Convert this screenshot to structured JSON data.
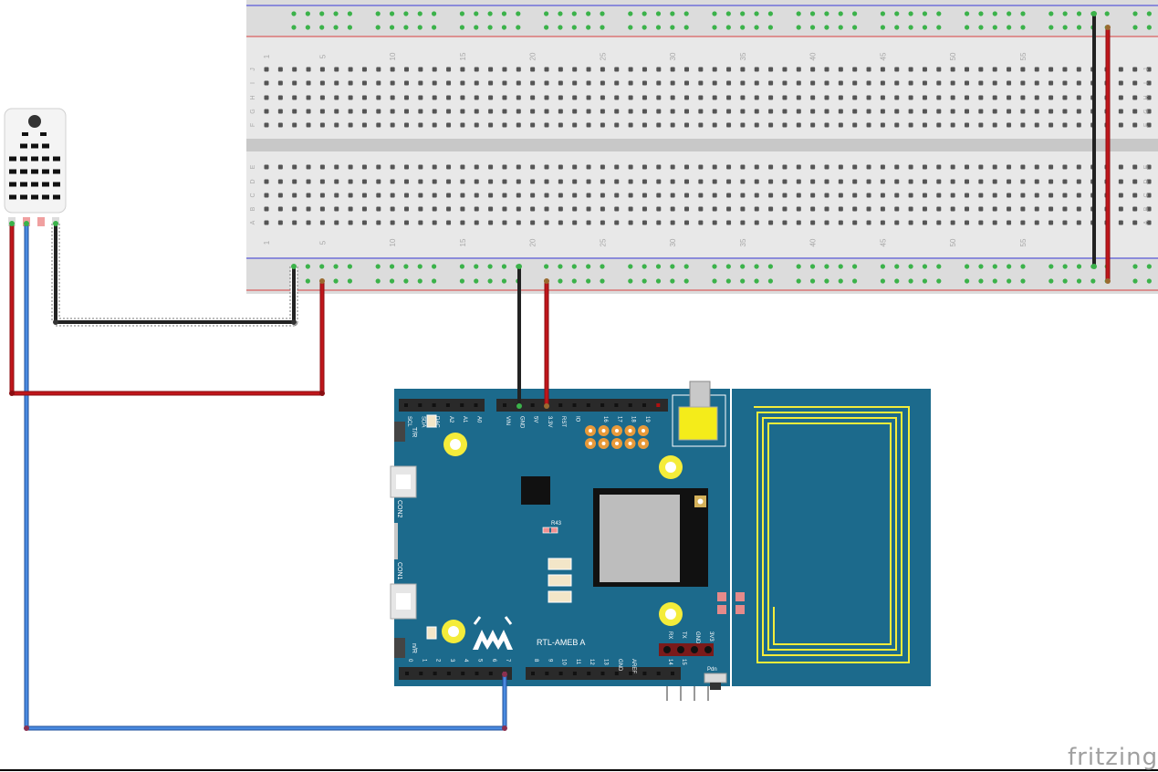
{
  "breadboard": {
    "column_numbers": [
      "1",
      "5",
      "10",
      "15",
      "20",
      "25",
      "30",
      "35",
      "40",
      "45",
      "50",
      "55"
    ],
    "top_rows": [
      "J",
      "I",
      "H",
      "G",
      "F"
    ],
    "bottom_rows": [
      "E",
      "D",
      "C",
      "B",
      "A"
    ]
  },
  "board": {
    "name": "RTL-AMEB A",
    "top_header_labels": [
      "SCL",
      "SDA",
      "DAC",
      "A2",
      "A1",
      "A0",
      "VIN",
      "GND",
      "5V",
      "3.3V",
      "RST",
      "IO",
      "",
      "16",
      "17",
      "18",
      "19"
    ],
    "bottom_header_labels": [
      "0",
      "1",
      "2",
      "3",
      "4",
      "5",
      "6",
      "7",
      "8",
      "9",
      "10",
      "11",
      "12",
      "13",
      "GND",
      "AREF"
    ],
    "uart_labels": [
      "RX",
      "TX",
      "GND",
      "3V3"
    ],
    "uart_numbers": [
      "14",
      "15"
    ],
    "left_labels": [
      "T/R",
      "CON2",
      "CON1",
      "n/R"
    ],
    "resistor_label": "R43",
    "pdn_label": "Pdn"
  },
  "watermark": "fritzing",
  "colors": {
    "board_blue": "#1c6a8c",
    "wire_red": "#c0161b",
    "wire_black": "#222222",
    "wire_blue": "#2f6fc7",
    "nfc_yellow": "#f4ec3a",
    "hole_green": "#3bb24a"
  }
}
